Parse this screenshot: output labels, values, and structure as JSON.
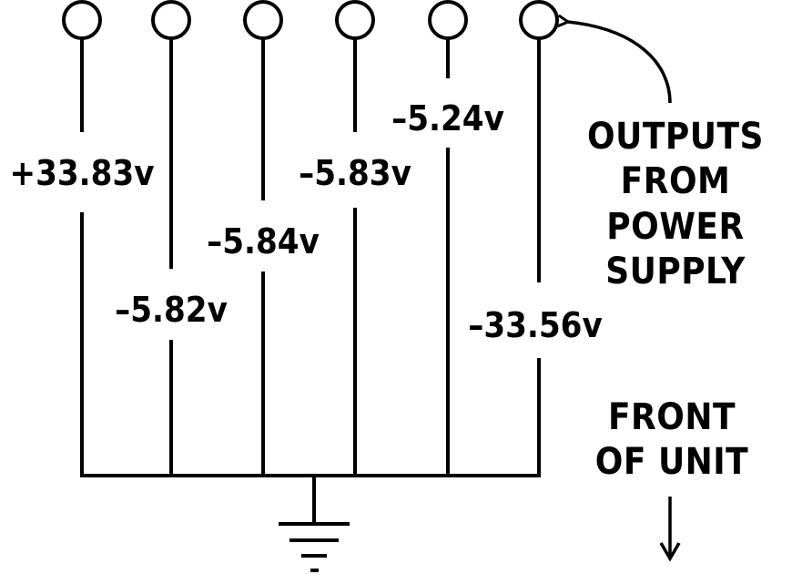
{
  "outputs": [
    {
      "voltage": "+33.83v"
    },
    {
      "voltage": "–5.82v"
    },
    {
      "voltage": "–5.84v"
    },
    {
      "voltage": "–5.83v"
    },
    {
      "voltage": "–5.24v"
    },
    {
      "voltage": "–33.56v"
    }
  ],
  "callout": {
    "lines": [
      "OUTPUTS",
      "FROM",
      "POWER",
      "SUPPLY"
    ]
  },
  "front": {
    "lines": [
      "FRONT",
      "OF UNIT"
    ]
  },
  "colors": {
    "ink": "#000000",
    "background": "#ffffff"
  }
}
